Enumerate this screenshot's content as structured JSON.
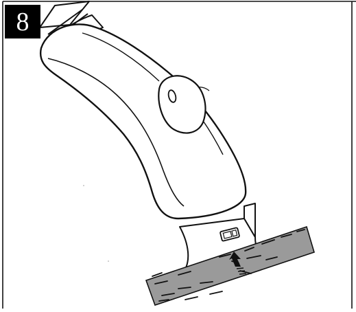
{
  "step": {
    "number": "8"
  },
  "illustration": {
    "parts": [
      "roof-bar",
      "foot-cover",
      "release-button",
      "clamp-bracket",
      "lock-icon",
      "roof-rail",
      "push-arrow"
    ],
    "colors": {
      "line": "#111111",
      "rail_fill": "#9a9a9a",
      "background": "#ffffff",
      "badge": "#000000"
    }
  }
}
